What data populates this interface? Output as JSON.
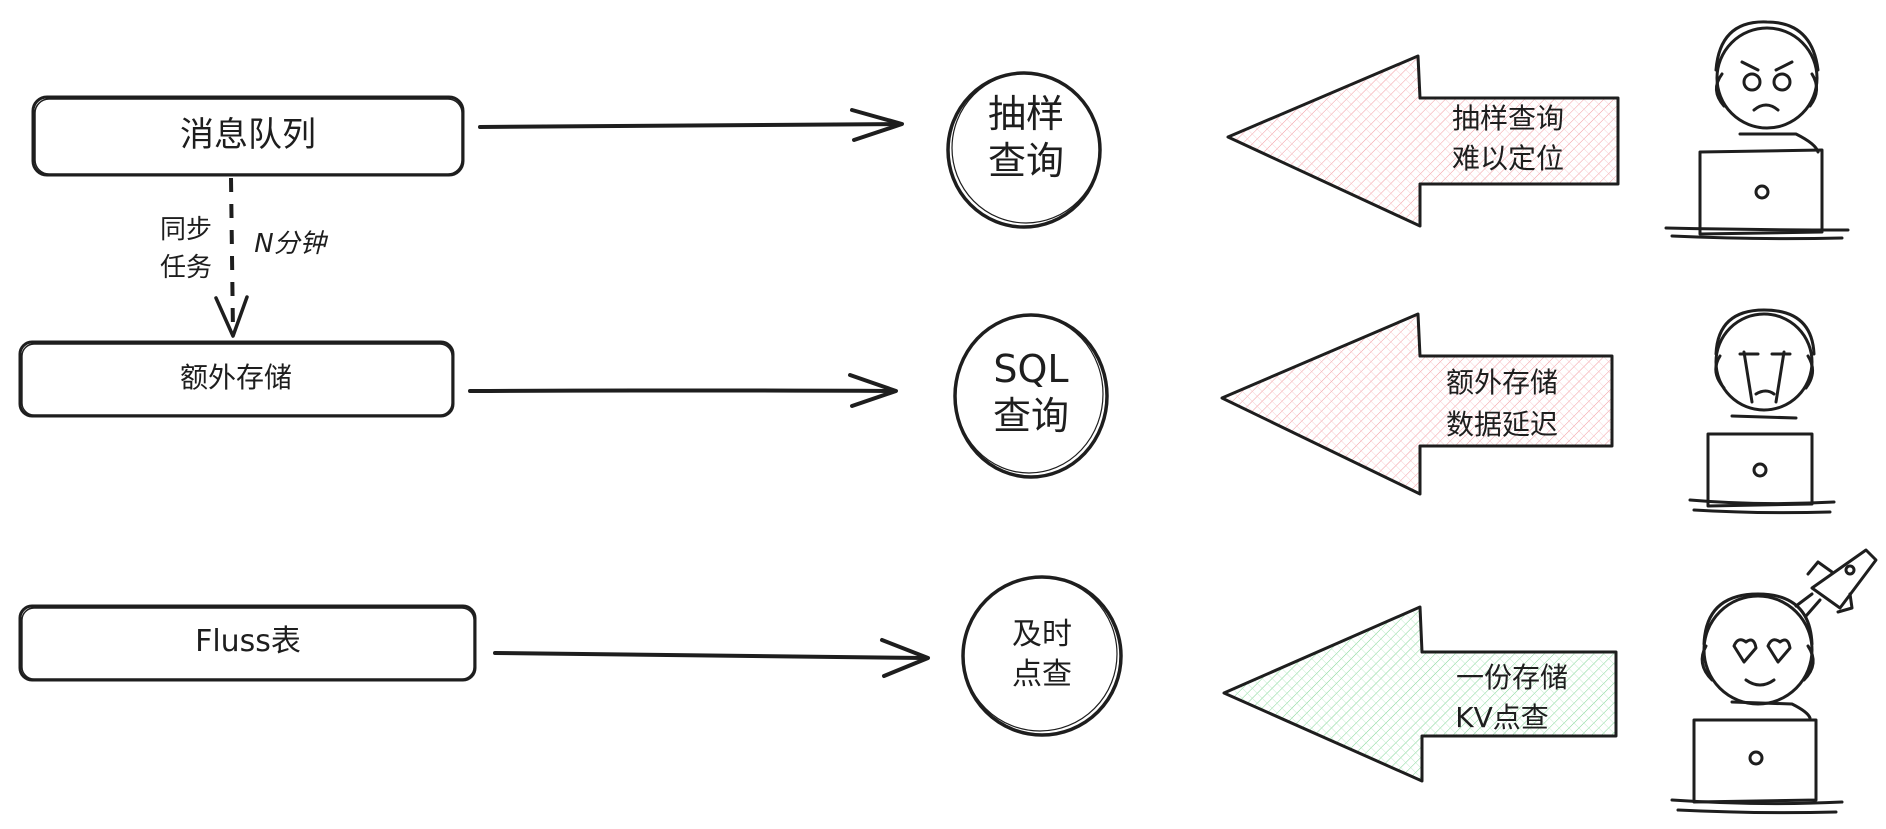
{
  "source_boxes": [
    {
      "label": "消息队列"
    },
    {
      "label": "额外存储"
    },
    {
      "label": "Fluss表"
    }
  ],
  "sync_edge": {
    "label_line1": "同步",
    "label_line2": "任务",
    "interval": "N分钟"
  },
  "query_circles": [
    {
      "line1": "抽样",
      "line2": "查询"
    },
    {
      "line1": "SQL",
      "line2": "查询"
    },
    {
      "line1": "及时",
      "line2": "点查"
    }
  ],
  "feedback_arrows": [
    {
      "line1": "抽样查询",
      "line2": "难以定位",
      "tone": "negative",
      "fill": "#f7b4b8"
    },
    {
      "line1": "额外存储",
      "line2": "数据延迟",
      "tone": "negative",
      "fill": "#f7b4b8"
    },
    {
      "line1": "一份存储",
      "line2": "KV点查",
      "tone": "positive",
      "fill": "#a6e6b5"
    }
  ],
  "users": [
    {
      "mood": "sad-user-icon"
    },
    {
      "mood": "crying-user-icon"
    },
    {
      "mood": "happy-user-icon"
    }
  ],
  "colors": {
    "stroke": "#1e1e1e",
    "negative": "#f7b4b8",
    "positive": "#a6e6b5"
  }
}
